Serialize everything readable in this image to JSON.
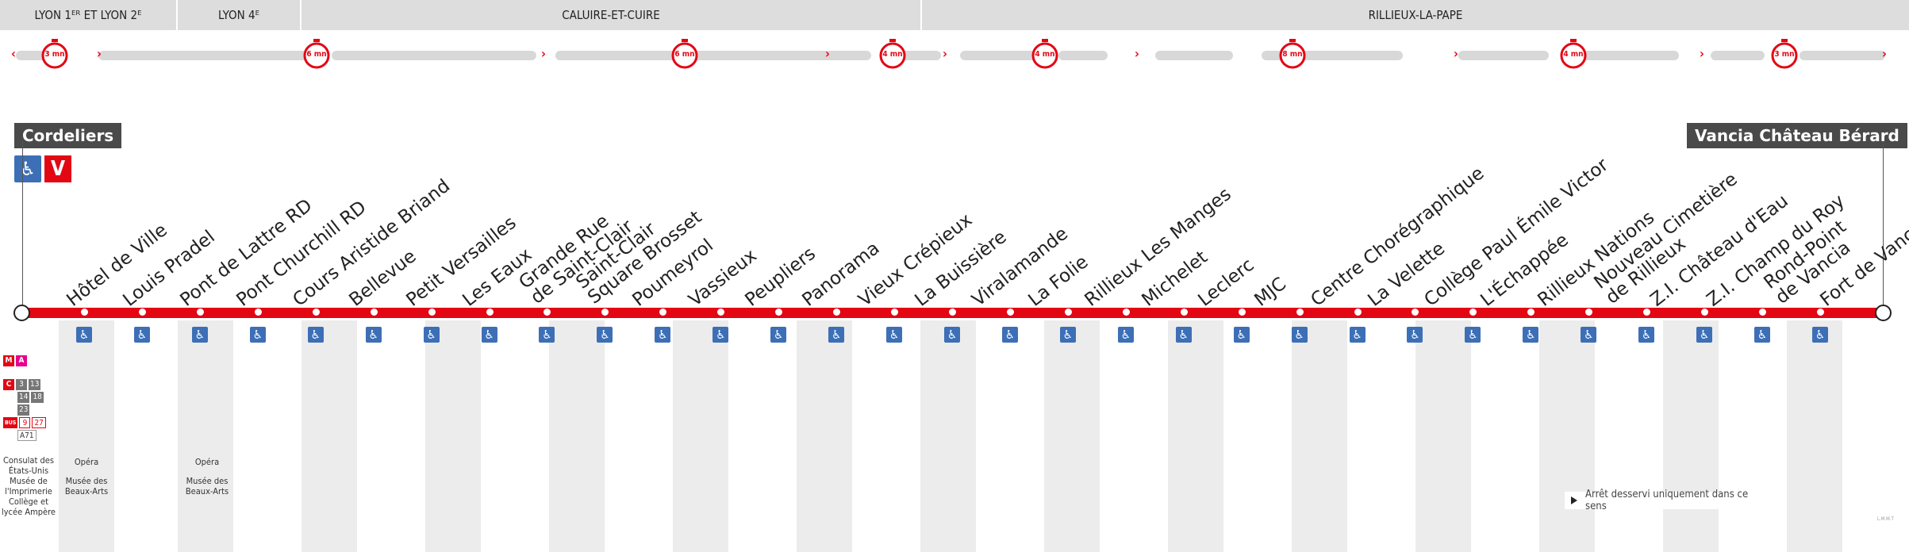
{
  "zones": [
    {
      "label": "LYON 1ᴱᴿ ET LYON 2ᴱ"
    },
    {
      "label": "LYON 4ᴱ"
    },
    {
      "label": "CALUIRE-ET-CUIRE"
    },
    {
      "label": "RILLIEUX-LA-PAPE"
    }
  ],
  "times": [
    "3 mn",
    "6 mn",
    "6 mn",
    "4 mn",
    "4 mn",
    "8 mn",
    "4 mn",
    "3 mn"
  ],
  "terminus": {
    "start": "Cordeliers",
    "end": "Vancia Château Bérard"
  },
  "colors": {
    "line": "#e30613",
    "accessibility": "#3d6fb6",
    "zone_bg": "#dddddd",
    "column_bg": "#ececec"
  },
  "stops": [
    {
      "name": "Hôtel de Ville",
      "name2": ""
    },
    {
      "name": "Louis Pradel",
      "name2": ""
    },
    {
      "name": "Pont de Lattre RD",
      "name2": ""
    },
    {
      "name": "Pont Churchill RD",
      "name2": ""
    },
    {
      "name": "Cours Aristide Briand",
      "name2": ""
    },
    {
      "name": "Bellevue",
      "name2": ""
    },
    {
      "name": "Petit Versailles",
      "name2": ""
    },
    {
      "name": "Les Eaux",
      "name2": ""
    },
    {
      "name": "Grande Rue",
      "name2": "de Saint-Clair"
    },
    {
      "name": "Saint-Clair",
      "name2": "Square Brosset"
    },
    {
      "name": "Poumeyrol",
      "name2": ""
    },
    {
      "name": "Vassieux",
      "name2": ""
    },
    {
      "name": "Peupliers",
      "name2": ""
    },
    {
      "name": "Panorama",
      "name2": ""
    },
    {
      "name": "Vieux Crépieux",
      "name2": ""
    },
    {
      "name": "La Buissière",
      "name2": ""
    },
    {
      "name": "Viralamande",
      "name2": ""
    },
    {
      "name": "La Folie",
      "name2": ""
    },
    {
      "name": "Rillieux Les Manges",
      "name2": ""
    },
    {
      "name": "Michelet",
      "name2": ""
    },
    {
      "name": "Leclerc",
      "name2": ""
    },
    {
      "name": "MJC",
      "name2": ""
    },
    {
      "name": "Centre Chorégraphique",
      "name2": ""
    },
    {
      "name": "La Velette",
      "name2": ""
    },
    {
      "name": "Collège Paul Émile Victor",
      "name2": ""
    },
    {
      "name": "L'Échappée",
      "name2": ""
    },
    {
      "name": "Rillieux Nations",
      "name2": ""
    },
    {
      "name": "Nouveau Cimetière",
      "name2": "de Rillieux"
    },
    {
      "name": "Z.I. Château d'Eau",
      "name2": ""
    },
    {
      "name": "Z.I. Champ du Roy",
      "name2": ""
    },
    {
      "name": "Rond-Point",
      "name2": "de Vancia"
    },
    {
      "name": "Fort de Vancia",
      "name2": ""
    }
  ],
  "places": {
    "cordeliers": "Consulat des États-Unis Musée de l'Imprimerie Collège et lycée Ampère",
    "hdv1": "Opéra",
    "hdv2": "Musée des Beaux-Arts",
    "louis1": "Opéra",
    "louis2": "Musée des Beaux-Arts"
  },
  "legend": {
    "text": "Arrêt desservi uniquement dans ce sens"
  }
}
